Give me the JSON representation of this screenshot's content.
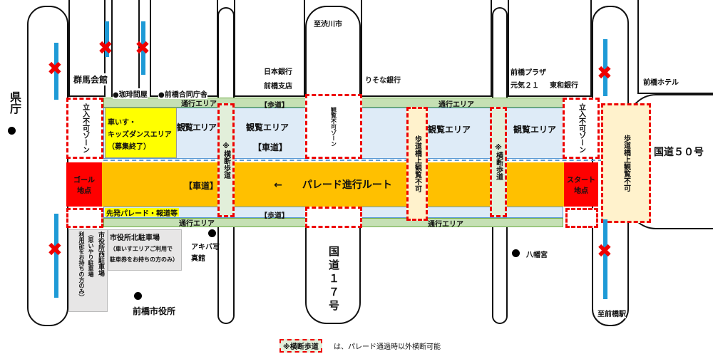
{
  "labels": {
    "prefecture": "県庁",
    "gunma_kaikan": "群馬会館",
    "cafe": "●珈琲間屋",
    "godo": "●前橋合同庁舎",
    "boj": "日本銀行",
    "boj2": "前橋支店",
    "shibukawa": "至渋川市",
    "resona": "りそな銀行",
    "plaza1": "前橋プラザ",
    "plaza2": "元気２１",
    "towa": "東和銀行",
    "hotel": "前橋ホテル",
    "route50": "国道５０号",
    "route17": "国道１７号",
    "akiba": "アキバ写真館",
    "city_hall": "前橋市役所",
    "hachiman": "八幡宮",
    "station": "至前橋駅"
  },
  "zones": {
    "pass_area": "通行エリア",
    "sidewalk": "【歩道】",
    "roadway": "【車道】",
    "viewing": "観覧エリア",
    "no_entry": "立入不可ゾーン",
    "no_view": "観覧不可ゾーン",
    "wheelchair1": "車いす・",
    "wheelchair2": "キッズダンスエリア",
    "wheelchair3": "（募集終了）",
    "crossing": "※横断歩道",
    "bridge_no_view": "歩道橋上観覧不可",
    "goal1": "ゴール",
    "goal2": "地点",
    "start1": "スタート",
    "start2": "地点",
    "route": "←　　パレード進行ルート",
    "press": "先発パレード・報道等"
  },
  "parking": {
    "west_title": "市役所西駐車場",
    "west_sub": "（思いやり駐車場",
    "west_note": "利用証をお持ちの方のみ）",
    "north_title": "市役所北駐車場",
    "north_sub1": "（車いすエリアご利用で",
    "north_sub2": "駐車券をお持ちの方のみ）"
  },
  "legend": {
    "key": "※横断歩道",
    "text": "は、パレード通過時以外横断可能"
  },
  "colors": {
    "route": "#ffc000",
    "goal": "#ff0000",
    "viewing": "#deebf7",
    "pass": "#c5e0b4",
    "wheelchair": "#ffff00"
  }
}
